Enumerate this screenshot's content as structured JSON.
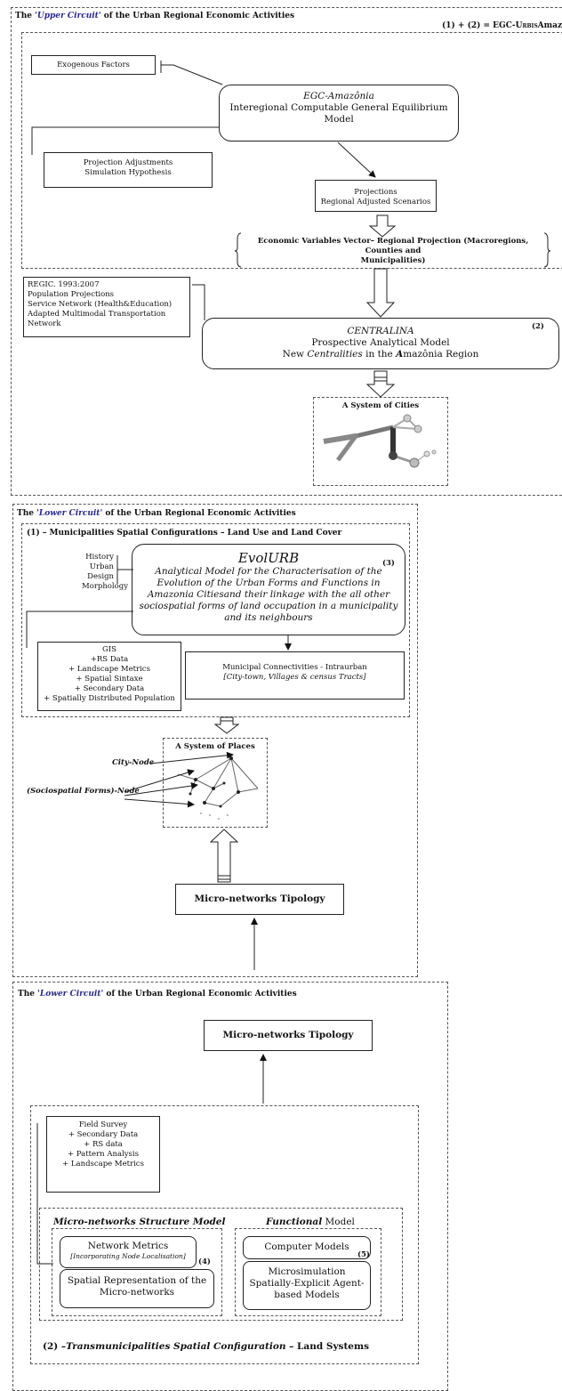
{
  "upper": {
    "header": {
      "prefix": "The ",
      "italic": "'Upper Circuit'",
      "rest": " of the Urban  Regional Economic Activities"
    },
    "formula": {
      "text": "(1) + (2) = EGC-",
      "sc": "Urbis",
      "end": "Amazônia"
    },
    "exogenous": "Exogenous Factors",
    "egc": {
      "title": "EGC-Amazônia",
      "line1": "Interegional Computable General Equilibrium",
      "line2": "Model"
    },
    "adjust": {
      "line1": "Projection Adjustments",
      "line2": "Simulation Hypothesis"
    },
    "projections": {
      "line1": "Projections",
      "line2": "Regional Adjusted Scenarios"
    },
    "vector": {
      "line1": "Economic Variables  Vector– Regional Projection (Macroregions, Counties and",
      "line2": "Municipalities)"
    },
    "regic": {
      "line1": "REGIC. 1993:2007",
      "line2": "Population Projections",
      "line3": "Service Network  (Health&Education)",
      "line4": "Adapted Multimodal Transportation",
      "line5": "Network"
    },
    "centralina": {
      "title": "CENTRALINA",
      "num": "(2)",
      "line1": "Prospective Analytical Model",
      "line2_a": "New ",
      "line2_b": "Centralities",
      "line2_c": " in the  ",
      "line2_d": "A",
      "line2_e": "mazônia Region"
    },
    "cities": "A System of Cities"
  },
  "lower1": {
    "header": {
      "prefix": "The ",
      "italic": "'Lower Circuit'",
      "rest": " of the Urban Regional Economic Activities"
    },
    "sub": "(1) –  Municipalities Spatial Configurations  – Land Use and Land Cover",
    "history": {
      "line1": "History",
      "line2": "Urban Design",
      "line3": "Morphology"
    },
    "evol": {
      "title": "EvolURB",
      "num": "(3)",
      "line1": "Analytical Model for the Characterisation of the",
      "line2": "Evolution of the Urban Forms and Functions in",
      "line3": "Amazonia Citiesand their linkage with the all other",
      "line4": "sociospatial forms of land occupation in a municipality",
      "line5": "and its neighbours"
    },
    "gis": {
      "l1": "GIS",
      "l2": "+RS Data",
      "l3": "+ Landscape  Metrics",
      "l4": "+ Spatial  Sintaxe",
      "l5": "+ Secondary  Data",
      "l6": "+ Spatially  Distributed  Population"
    },
    "municipal": {
      "line1": "Municipal Connectivities  - Intraurban",
      "line2": "[City-town, Villages & census Tracts]"
    },
    "places": "A System of Places",
    "city_node": "City-Node",
    "socio_node": "(Sociospatial Forms)-Node",
    "micro": "Micro-networks Tipology"
  },
  "lower2": {
    "header": {
      "prefix": "The ",
      "italic": "'Lower Circuit'",
      "rest": " of the Urban Regional Economic Activities"
    },
    "micro": "Micro-networks Tipology",
    "field": {
      "l1": "Field Survey",
      "l2": "+ Secondary Data",
      "l3": "+ RS data",
      "l4": "+ Pattern  Analysis",
      "l5": "+ Landscape  Metrics"
    },
    "structure_title": "Micro-networks Structure Model",
    "functional_a": "Functional",
    "functional_b": " Model",
    "netmetrics": {
      "line1": "Network Metrics",
      "line2": "[Incorporating Node Localisation]"
    },
    "num4": "(4)",
    "spatial": {
      "line1": "Spatial Representation of the",
      "line2": "Micro-networks"
    },
    "computer": "Computer Models",
    "num5": "(5)",
    "microsim": {
      "line1": "Microsimulation",
      "line2": "Spatially-Explicit Agent-",
      "line3": "based Models"
    },
    "footer": {
      "a": "(2) –",
      "b": "Transmunicipalities Spatial Configuration",
      "c": " – Land Systems"
    }
  }
}
